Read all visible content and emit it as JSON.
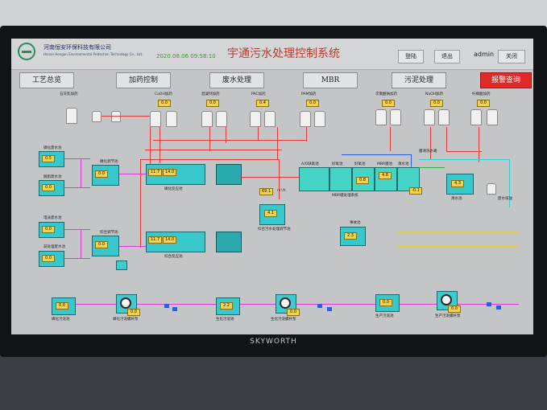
{
  "header": {
    "company_cn": "河南恒安环保科技有限公司",
    "company_en": "Henan Hengan Environmental Protection Technology Co., Ltd.",
    "datetime": "2020.08.06 09:58:10",
    "title": "宇通污水处理控制系统",
    "login": "登陆",
    "logout": "退出",
    "user": "admin",
    "close": "关闭"
  },
  "nav": {
    "process_overview": "工艺总览",
    "dosing_control": "加药控制",
    "wastewater_treatment": "废水处理",
    "mbr": "MBR",
    "sludge_treatment": "污泥处理",
    "alarm_query": "报警查询"
  },
  "dosing": [
    {
      "label": "石灰乳加药",
      "value": ""
    },
    {
      "label": "CaOH加药",
      "value": "0.0"
    },
    {
      "label": "混凝剂加药",
      "value": "0.0"
    },
    {
      "label": "PAC加药",
      "value": "0.4"
    },
    {
      "label": "PAM加药",
      "value": "0.0"
    },
    {
      "label": "次氯酸钠加药",
      "value": "0.0"
    },
    {
      "label": "NaOH加药",
      "value": "0.0"
    },
    {
      "label": "柠檬酸加药",
      "value": "0.0"
    }
  ],
  "left_tanks": [
    {
      "label": "磷化废水池",
      "value": "0.5"
    },
    {
      "label": "脱脂废水池",
      "value": "0.0"
    },
    {
      "label": "电泳废水池",
      "value": "0.0"
    },
    {
      "label": "前处理废水池",
      "value": "0.0"
    }
  ],
  "mid_tanks": [
    {
      "label": "磷化调节池",
      "value": "0.0"
    },
    {
      "label": "综合调节池",
      "value": "0.0"
    }
  ],
  "reaction_upper": {
    "v1": "11.7",
    "v2": "14.0",
    "label": "磷化反应池"
  },
  "reaction_lower": {
    "v1": "11.7",
    "v2": "14.0",
    "label": "综合反应池"
  },
  "flow": {
    "value": "69.1",
    "unit": "m³/h",
    "label": "综合污水处理调节池"
  },
  "reg_tank": {
    "value": "4.1"
  },
  "mbr": {
    "labels": [
      "A/O缺氧池",
      "好氧池",
      "好氧池",
      "MBR膜池",
      "清水池"
    ],
    "v1": "0.8",
    "v2": "4.8",
    "label": "MBR膜处理系统"
  },
  "right": {
    "label1": "膜清洗水箱",
    "value1": "-0.1",
    "label2": "清水池",
    "value2": "4.3",
    "label3": "废水排放"
  },
  "center": {
    "label": "事故池",
    "value": "2.3"
  },
  "bottom": [
    {
      "label": "磷化污泥池",
      "value": "0.0",
      "pump_label": "磷化污泥螺杆泵",
      "pump_value": "0.0"
    },
    {
      "label": "生化污泥池",
      "value": "2.2",
      "pump_label": "生化污泥螺杆泵",
      "pump_value": "0.0"
    },
    {
      "label": "生产污泥池",
      "value": "0.0",
      "pump_label": "生产污泥螺杆泵",
      "pump_value": "0.0"
    }
  ],
  "monitor_brand": "SKYWORTH",
  "colors": {
    "pipe_red": "#e23b3b",
    "pipe_magenta": "#e03ad6",
    "pipe_blue": "#2c5ee0",
    "tank": "#38c8cc",
    "value_box": "#f4d24a",
    "alarm": "#e02a2a"
  }
}
